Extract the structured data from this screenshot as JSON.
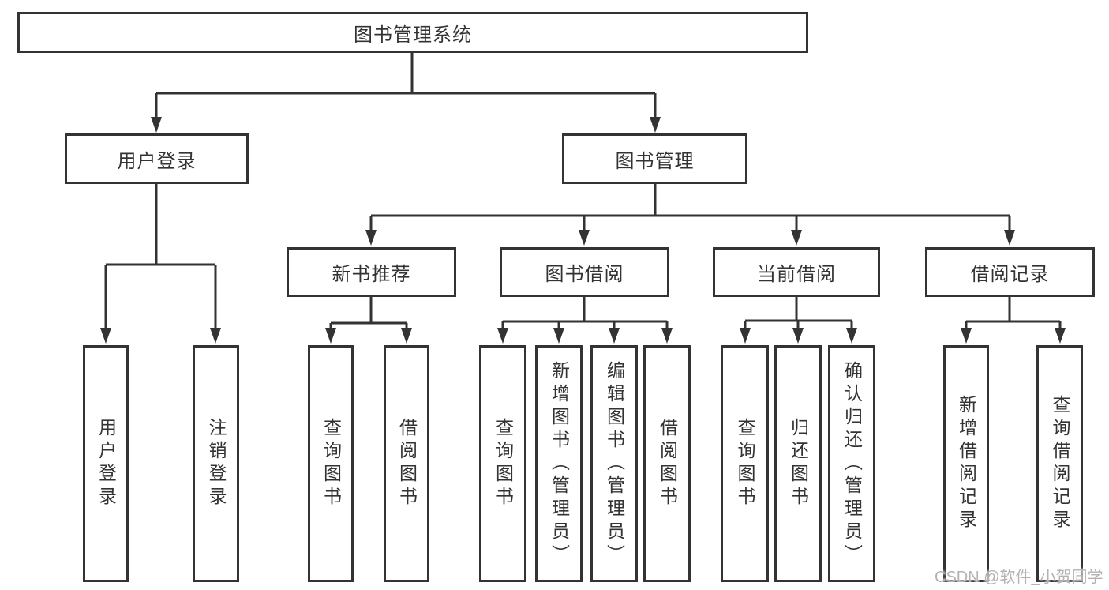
{
  "tree": {
    "root": "图书管理系统",
    "level2": [
      {
        "label": "用户登录",
        "children": [
          "用户登录",
          "注销登录"
        ]
      },
      {
        "label": "图书管理",
        "sections": [
          {
            "label": "新书推荐",
            "children": [
              "查询图书",
              "借阅图书"
            ]
          },
          {
            "label": "图书借阅",
            "children": [
              "查询图书",
              "新增图书（管理员）",
              "编辑图书（管理员）",
              "借阅图书"
            ]
          },
          {
            "label": "当前借阅",
            "children": [
              "查询图书",
              "归还图书",
              "确认归还（管理员）"
            ]
          },
          {
            "label": "借阅记录",
            "children": [
              "新增借阅记录",
              "查询借阅记录"
            ]
          }
        ]
      }
    ]
  },
  "watermark": "CSDN @软件_小贺同学",
  "colors": {
    "line": "#333333",
    "box_border": "#333333",
    "box_fill": "#ffffff",
    "text": "#333333",
    "watermark": "#b3b3b3",
    "background": "#ffffff"
  }
}
